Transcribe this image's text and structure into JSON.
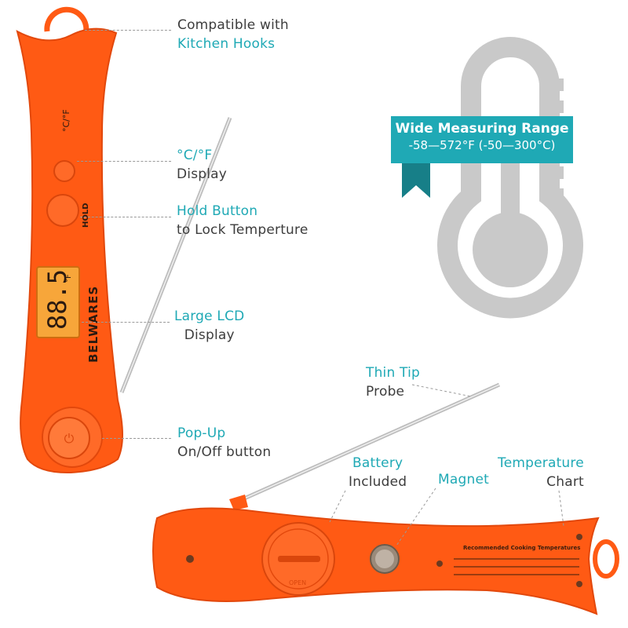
{
  "features": {
    "hooks": {
      "title": "Kitchen Hooks",
      "text": "Compatible with"
    },
    "unit": {
      "title": "°C/°F",
      "text": "Display"
    },
    "hold": {
      "title": "Hold Button",
      "text": "to Lock Temperture"
    },
    "lcd": {
      "title": "Large LCD",
      "text": "Display"
    },
    "power": {
      "title": "Pop-Up",
      "text": "On/Off button"
    },
    "tip": {
      "title": "Thin Tip",
      "text": "Probe"
    },
    "battery": {
      "title": "Battery",
      "text": "Included"
    },
    "magnet": {
      "title": "Magnet"
    },
    "chart": {
      "title": "Temperature",
      "text": "Chart"
    }
  },
  "range_banner": {
    "title": "Wide Measuring Range",
    "range": "-58—572°F (-50—300°C)"
  },
  "device": {
    "brand": "BELWARES",
    "lcd_value": "88.5",
    "lcd_unit": "°F",
    "unit_button_label": "°C/°F",
    "hold_button_label": "HOLD",
    "chart_title": "Recommended Cooking Temperatures",
    "battery_cover_text": "OPEN"
  },
  "colors": {
    "accent": "#1fa9b5",
    "body": "#ff5a14",
    "body_dark": "#e2480c",
    "lcd": "#f7a63a",
    "thermometer_icon": "#c9c9c9"
  }
}
